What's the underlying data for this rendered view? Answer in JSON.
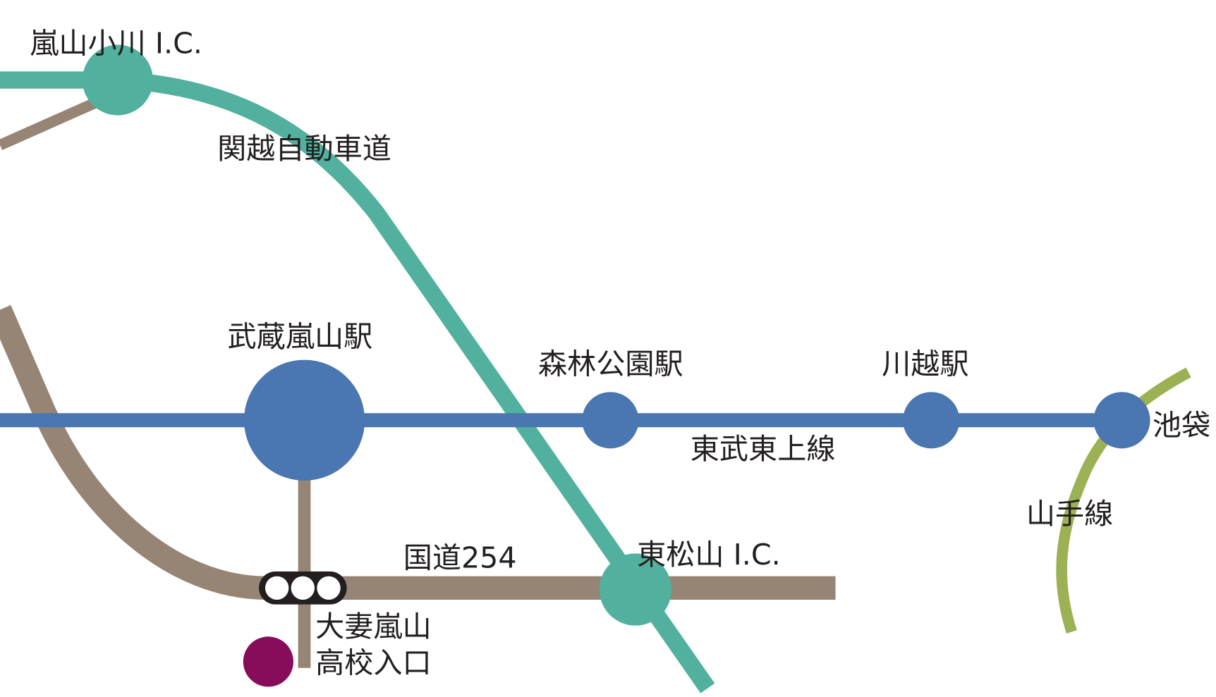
{
  "colors": {
    "expressway": "#52b19e",
    "tobu_line": "#4a76b1",
    "road": "#968575",
    "yamanote": "#9cb054",
    "destination": "#870d5b",
    "signal": "#231f20"
  },
  "labels": {
    "ranzan_ogawa_ic": "嵐山小川 I.C.",
    "kanetsu_expressway": "関越自動車道",
    "musashi_ranzan_station": "武蔵嵐山駅",
    "shinrin_koen_station": "森林公園駅",
    "kawagoe_station": "川越駅",
    "ikebukuro": "池袋",
    "tobu_tojo_line": "東武東上線",
    "yamanote_line": "山手線",
    "route_254": "国道254",
    "higashi_matsuyama_ic": "東松山 I.C.",
    "destination_line1": "大妻嵐山",
    "destination_line2": "高校入口"
  },
  "icons": {
    "traffic_signal": "traffic-light-icon",
    "destination_marker": "destination-dot"
  }
}
